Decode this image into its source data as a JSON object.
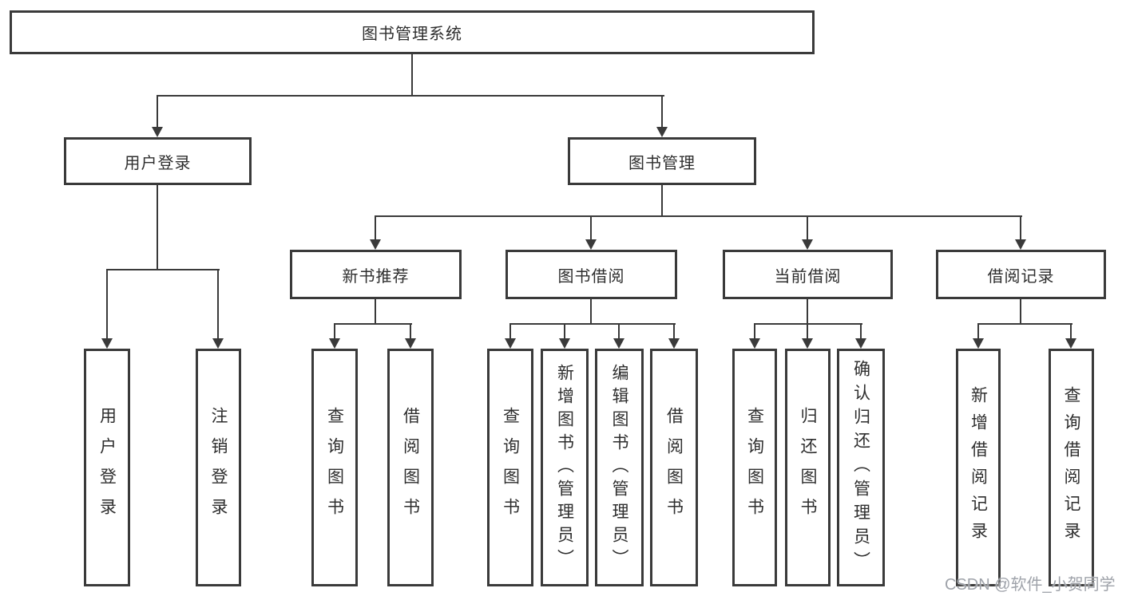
{
  "diagram": {
    "root": "图书管理系统",
    "children": [
      {
        "label": "用户登录",
        "children": [
          "用户登录",
          "注销登录"
        ]
      },
      {
        "label": "图书管理",
        "children": [
          {
            "label": "新书推荐",
            "children": [
              "查询图书",
              "借阅图书"
            ]
          },
          {
            "label": "图书借阅",
            "children": [
              "查询图书",
              "新增图书（管理员）",
              "编辑图书（管理员）",
              "借阅图书"
            ]
          },
          {
            "label": "当前借阅",
            "children": [
              "查询图书",
              "归还图书",
              "确认归还（管理员）"
            ]
          },
          {
            "label": "借阅记录",
            "children": [
              "新增借阅记录",
              "查询借阅记录"
            ]
          }
        ]
      }
    ]
  },
  "watermark": {
    "text": "CSDN @软件_小贺同学"
  },
  "colors": {
    "line": "#3a3a3a",
    "text": "#2e2e2e",
    "watermark": "#9fa3aa",
    "background": "#ffffff"
  }
}
